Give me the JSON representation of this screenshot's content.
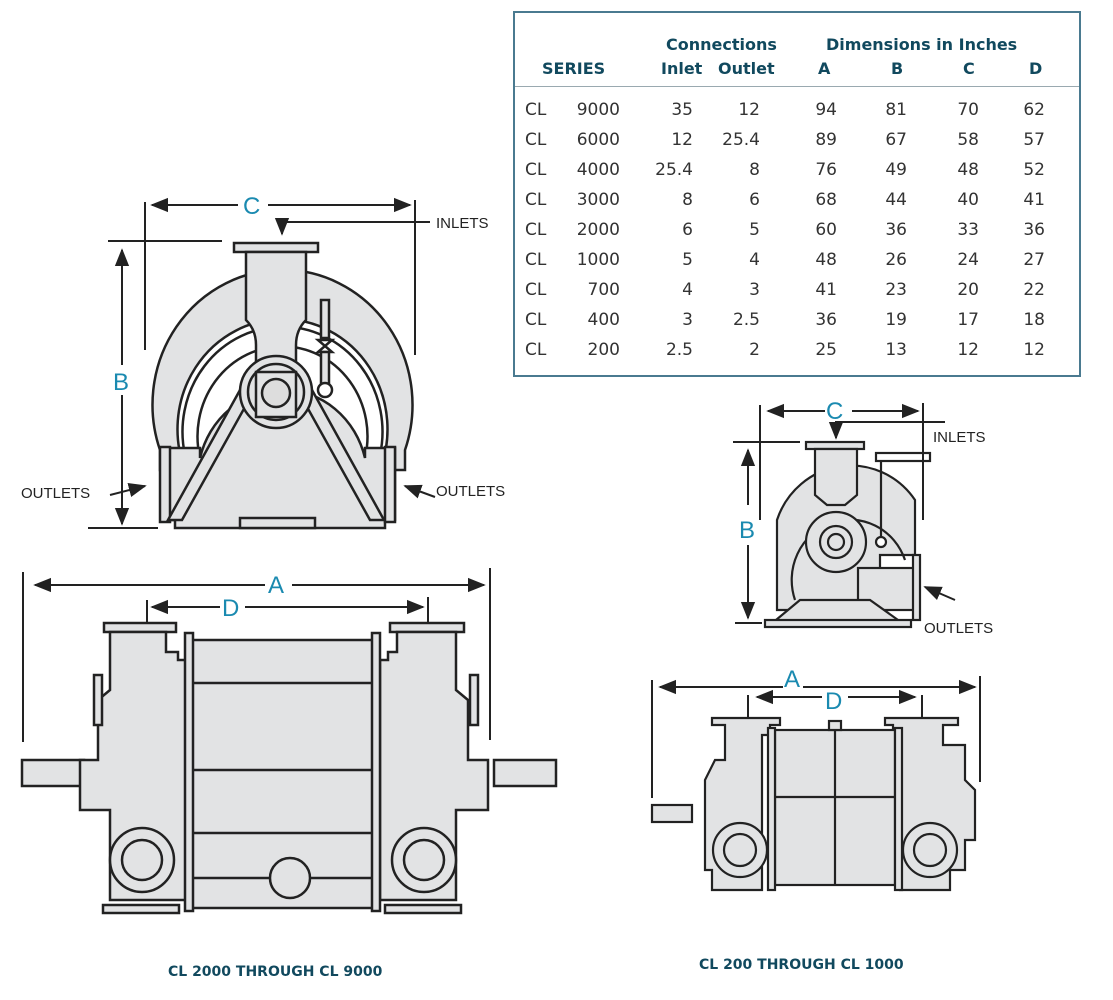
{
  "table": {
    "group_headers": {
      "connections": "Connections",
      "dimensions": "Dimensions in Inches"
    },
    "columns": {
      "series": "SERIES",
      "inlet": "Inlet",
      "outlet": "Outlet",
      "a": "A",
      "b": "B",
      "c": "C",
      "d": "D"
    },
    "rows": [
      {
        "prefix": "CL",
        "model": "9000",
        "inlet": "35",
        "outlet": "12",
        "a": "94",
        "b": "81",
        "c": "70",
        "d": "62"
      },
      {
        "prefix": "CL",
        "model": "6000",
        "inlet": "12",
        "outlet": "25.4",
        "a": "89",
        "b": "67",
        "c": "58",
        "d": "57"
      },
      {
        "prefix": "CL",
        "model": "4000",
        "inlet": "25.4",
        "outlet": "8",
        "a": "76",
        "b": "49",
        "c": "48",
        "d": "52"
      },
      {
        "prefix": "CL",
        "model": "3000",
        "inlet": "8",
        "outlet": "6",
        "a": "68",
        "b": "44",
        "c": "40",
        "d": "41"
      },
      {
        "prefix": "CL",
        "model": "2000",
        "inlet": "6",
        "outlet": "5",
        "a": "60",
        "b": "36",
        "c": "33",
        "d": "36"
      },
      {
        "prefix": "CL",
        "model": "1000",
        "inlet": "5",
        "outlet": "4",
        "a": "48",
        "b": "26",
        "c": "24",
        "d": "27"
      },
      {
        "prefix": "CL",
        "model": "700",
        "inlet": "4",
        "outlet": "3",
        "a": "41",
        "b": "23",
        "c": "20",
        "d": "22"
      },
      {
        "prefix": "CL",
        "model": "400",
        "inlet": "3",
        "outlet": "2.5",
        "a": "36",
        "b": "19",
        "c": "17",
        "d": "18"
      },
      {
        "prefix": "CL",
        "model": "200",
        "inlet": "2.5",
        "outlet": "2",
        "a": "25",
        "b": "13",
        "c": "12",
        "d": "12"
      }
    ]
  },
  "large_pump": {
    "end_view": {
      "dim_c": "C",
      "dim_b": "B",
      "inlets": "INLETS",
      "outlets_left": "OUTLETS",
      "outlets_right": "OUTLETS"
    },
    "side_view": {
      "dim_a": "A",
      "dim_d": "D"
    },
    "caption": "CL 2000 THROUGH CL 9000"
  },
  "small_pump": {
    "end_view": {
      "dim_c": "C",
      "dim_b": "B",
      "inlets": "INLETS",
      "outlets": "OUTLETS"
    },
    "side_view": {
      "dim_a": "A",
      "dim_d": "D"
    },
    "caption": "CL 200 THROUGH CL 1000"
  },
  "colors": {
    "header_text": "#11495e",
    "dimension_letter": "#1a8ab0",
    "table_border": "#4a7a90",
    "pump_fill": "#e2e3e4",
    "outline": "#222222"
  }
}
